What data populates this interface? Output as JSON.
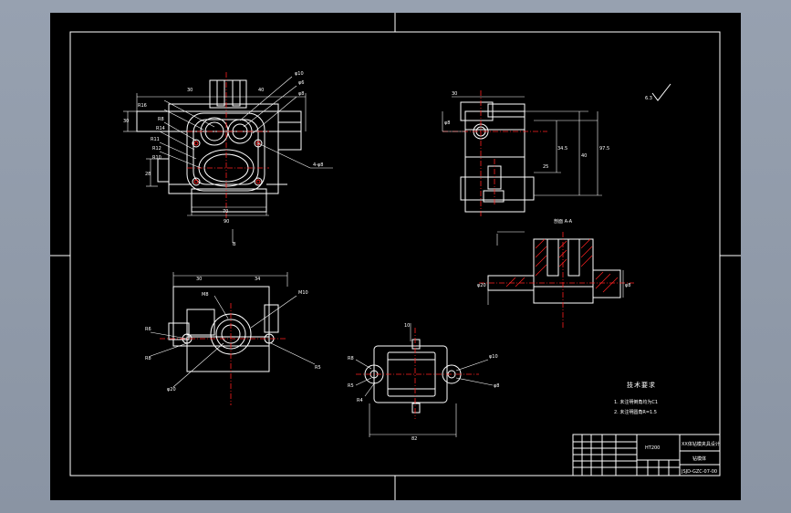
{
  "drawing": {
    "background": "#000000",
    "line_color": "#ffffff",
    "center_line_color": "#ff2020",
    "frame_color": "#8f99a8"
  },
  "section_label": "剖面 A-A",
  "detail_label": "B",
  "tech_notes": {
    "title": "技术要求",
    "items": [
      "1. 未注明倒角均为C1",
      "2. 未注明圆角R=1.5"
    ]
  },
  "title_block": {
    "drawing_title": "XX体钻模夹具设计",
    "part_name": "钻模体",
    "drawing_number": "JSJD-GZC-07-00",
    "material_cell": "HT200"
  },
  "icons": {
    "surface_finish_symbol": "roughness-icon"
  }
}
